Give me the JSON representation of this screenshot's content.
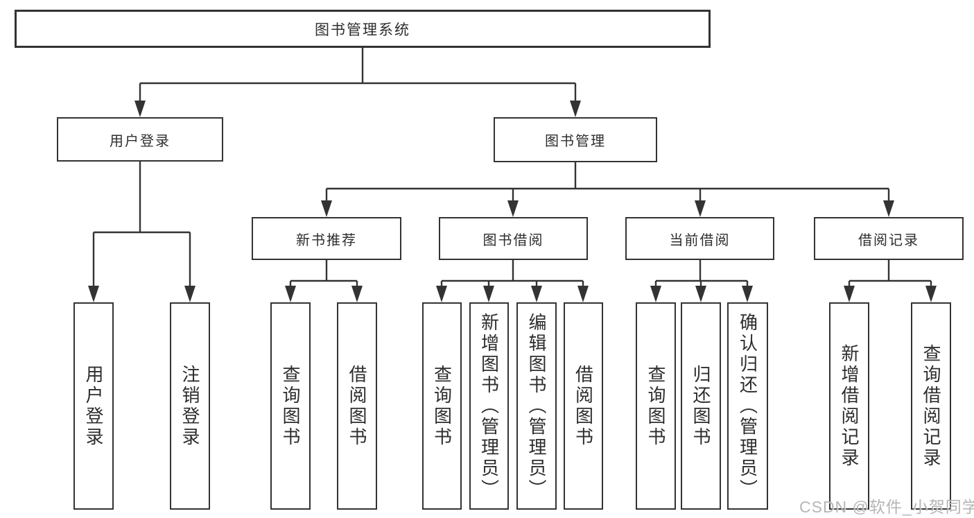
{
  "diagram": {
    "root": {
      "label": "图书管理系统"
    },
    "branches": [
      {
        "label": "用户登录",
        "leaves": [
          {
            "label": "用户登录"
          },
          {
            "label": "注销登录"
          }
        ]
      },
      {
        "label": "图书管理",
        "groups": [
          {
            "label": "新书推荐",
            "leaves": [
              {
                "label": "查询图书"
              },
              {
                "label": "借阅图书"
              }
            ]
          },
          {
            "label": "图书借阅",
            "leaves": [
              {
                "label": "查询图书"
              },
              {
                "label": "新增图书（管理员）"
              },
              {
                "label": "编辑图书（管理员）"
              },
              {
                "label": "借阅图书"
              }
            ]
          },
          {
            "label": "当前借阅",
            "leaves": [
              {
                "label": "查询图书"
              },
              {
                "label": "归还图书"
              },
              {
                "label": "确认归还（管理员）"
              }
            ]
          },
          {
            "label": "借阅记录",
            "leaves": [
              {
                "label": "新增借阅记录"
              },
              {
                "label": "查询借阅记录"
              }
            ]
          }
        ]
      }
    ]
  },
  "watermark": {
    "text": "CSDN @软件_小贺同学"
  },
  "colors": {
    "line": "#333333",
    "text": "#2d2d2d",
    "watermark": "#a8a8a8",
    "background": "#ffffff"
  }
}
